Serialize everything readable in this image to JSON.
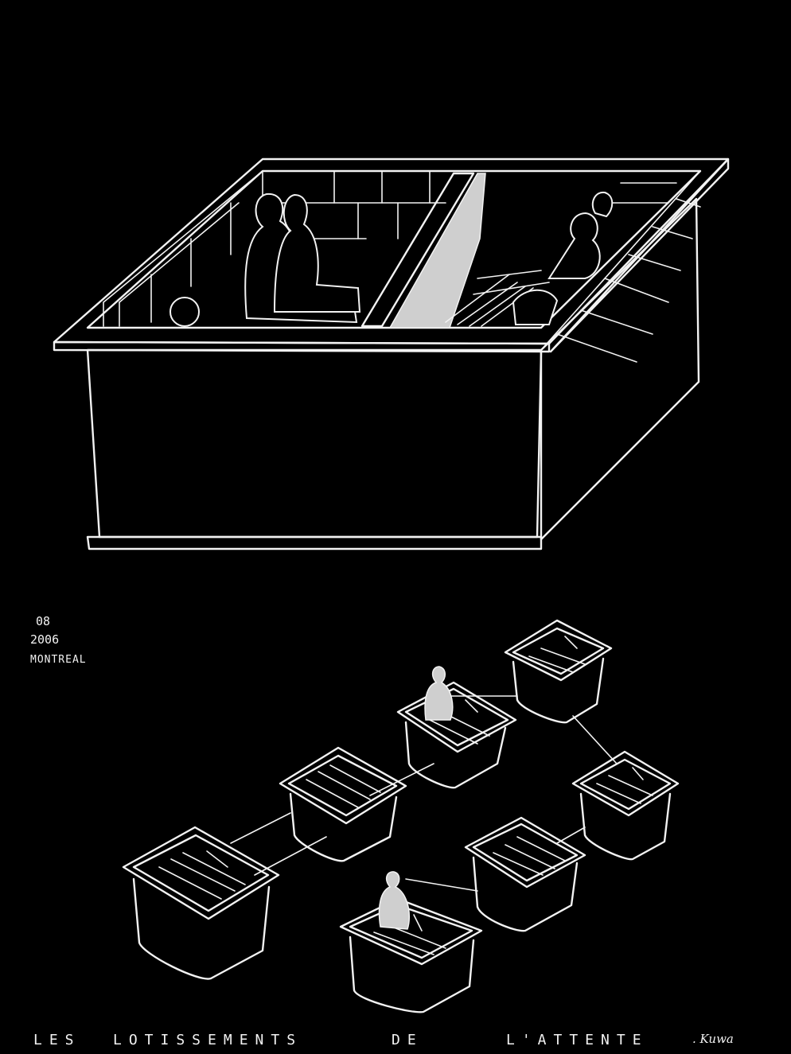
{
  "artwork": {
    "date_number": "08",
    "year": "2006",
    "city": "MONTREAL",
    "caption": {
      "word1": "LES",
      "word2": "LOTISSEMENTS",
      "word3": "DE",
      "word4": "L'ATTENTE",
      "signature": ". Kuwa"
    },
    "colors": {
      "background": "#000000",
      "line": "#f2f2f2",
      "fill": "#cfcfcf"
    }
  }
}
